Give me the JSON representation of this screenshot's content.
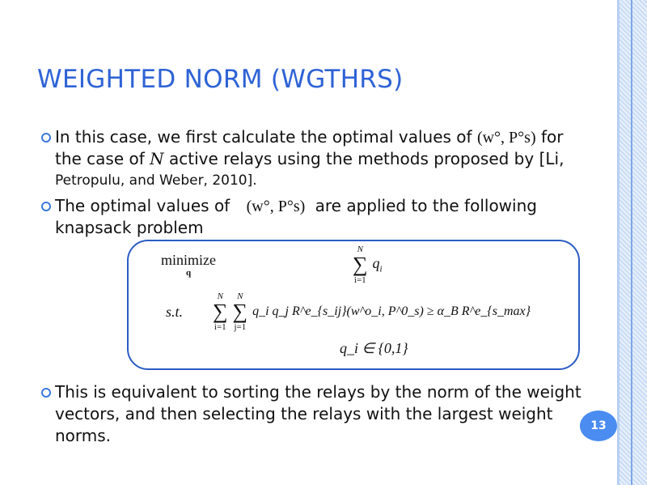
{
  "title": "WEIGHTED NORM (WGTHRS)",
  "bullets": [
    {
      "lines": [
        "In this case, we first calculate the optimal values of",
        "for",
        "the case of",
        "active relays using the methods proposed by [Li,",
        "Petropulu, and Weber, 2010]."
      ],
      "math": {
        "pair": "(w°, P°s)",
        "N": "N"
      }
    },
    {
      "lines": [
        "The optimal values of",
        "are applied to the following",
        "knapsack problem"
      ],
      "math": {
        "pair": "(w°, P°s)"
      }
    },
    {
      "lines": [
        "This is equivalent to sorting the relays by the norm of the weight",
        "vectors, and then selecting the relays with the largest weight",
        "norms."
      ]
    }
  ],
  "formula": {
    "minimize": "minimize",
    "minimize_sub": "q",
    "objective": "q",
    "objective_sub": "i",
    "sum_upper": "N",
    "sum_lower_i": "i=1",
    "sum_lower_j": "j=1",
    "st": "s.t.",
    "constraint": "q_i q_j R^e_{s_ij}(w^o_i, P^0_s) ≥ α_B R^e_{s_max}",
    "domain": "q_i ∈ {0,1}"
  },
  "page_number": "13"
}
